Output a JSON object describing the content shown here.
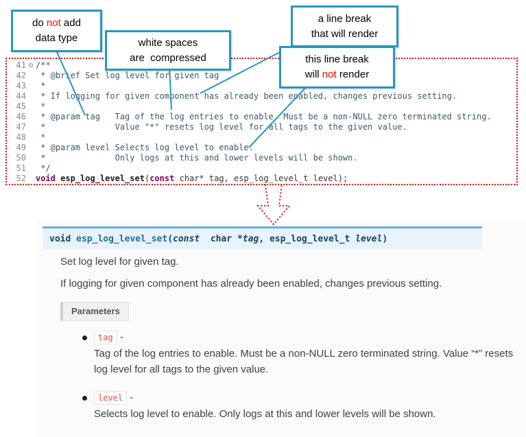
{
  "colors": {
    "callout_border": "#2596be",
    "alert_red": "#ff0000",
    "dotted_frame_red": "#e8000d",
    "code_comment": "#3b5a66",
    "code_keyword": "#7f0055",
    "signature_bg": "#e7f2fa",
    "signature_border": "#6ab0de",
    "param_literal_red": "#e74c3c"
  },
  "callouts": {
    "c1": {
      "line1_pre": "do ",
      "line1_not": "not",
      "line1_post": " add",
      "line2": "data type"
    },
    "c2": {
      "line1": "white spaces",
      "line2": "are  compressed"
    },
    "c3": {
      "line1": "a line break",
      "line2": "that will render"
    },
    "c4": {
      "line1": "this line break",
      "line2_pre": "will ",
      "line2_not": "not",
      "line2_post": " render"
    }
  },
  "editor": {
    "lines": [
      {
        "num": "41",
        "fold": "⊖",
        "text": "/**"
      },
      {
        "num": "42",
        "fold": "",
        "text": " * @brief Set log level for given tag"
      },
      {
        "num": "43",
        "fold": "",
        "text": " *"
      },
      {
        "num": "44",
        "fold": "",
        "text": " * If logging for given component has already been enabled, changes previous setting."
      },
      {
        "num": "45",
        "fold": "",
        "text": " *"
      },
      {
        "num": "46",
        "fold": "",
        "text": " * @param tag   Tag of the log entries to enable. Must be a non-NULL zero terminated string."
      },
      {
        "num": "47",
        "fold": "",
        "text": " *              Value \"*\" resets log level for all tags to the given value."
      },
      {
        "num": "48",
        "fold": "",
        "text": " *"
      },
      {
        "num": "49",
        "fold": "",
        "text": " * @param level Selects log level to enable."
      },
      {
        "num": "50",
        "fold": "",
        "text": " *              Only logs at this and lower levels will be shown."
      },
      {
        "num": "51",
        "fold": "",
        "text": " */"
      }
    ],
    "code_line": {
      "num": "52",
      "fold": "",
      "kw_void": "void ",
      "name": "esp_log_level_set",
      "open": "(",
      "kw_const": "const",
      "rest": " char* tag, esp_log_level_t level);"
    }
  },
  "doc": {
    "signature": {
      "kw_void": "void ",
      "name": "esp_log_level_set",
      "open": "(",
      "kw_const": "const",
      "type1": "  char *",
      "arg1": "tag",
      "comma": ", ",
      "type2": "esp_log_level_t ",
      "arg2": "level",
      "close": ")"
    },
    "para1": "Set log level for given tag.",
    "para2": "If logging for given component has already been enabled, changes previous setting.",
    "params_label": "Parameters",
    "params": [
      {
        "name": "tag",
        "sep": " -",
        "desc": "Tag of the log entries to enable. Must be a non-NULL zero terminated string. Value “*” resets log level for all tags to the given value."
      },
      {
        "name": "level",
        "sep": " -",
        "desc": "Selects log level to enable. Only logs at this and lower levels will be shown."
      }
    ]
  }
}
